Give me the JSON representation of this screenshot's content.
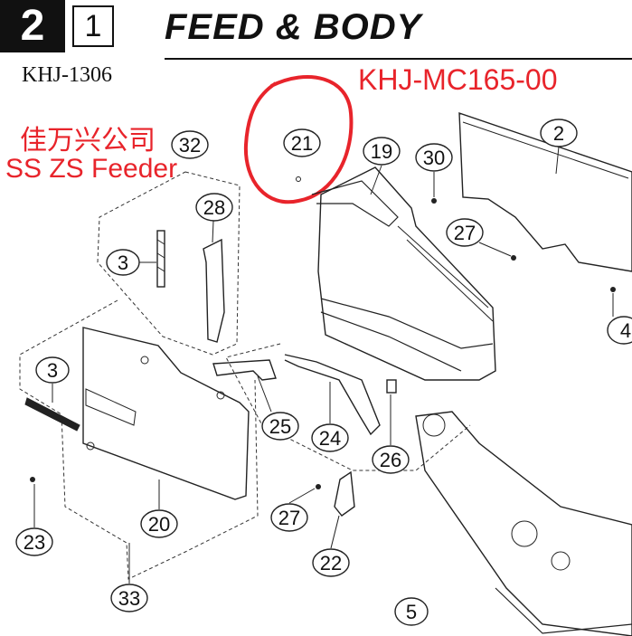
{
  "header": {
    "section_number": "2",
    "sub_number": "1",
    "title": "FEED & BODY",
    "model_code": "KHJ-1306"
  },
  "annotations": {
    "part_number": "KHJ-MC165-00",
    "company": "佳万兴公司",
    "product": "SS ZS Feeder"
  },
  "callouts": [
    "21",
    "19",
    "30",
    "2",
    "32",
    "28",
    "3",
    "27",
    "4",
    "3",
    "25",
    "24",
    "26",
    "20",
    "23",
    "27",
    "22",
    "33",
    "5"
  ],
  "colors": {
    "annotation_red": "#e8242b",
    "ink": "#111111"
  }
}
